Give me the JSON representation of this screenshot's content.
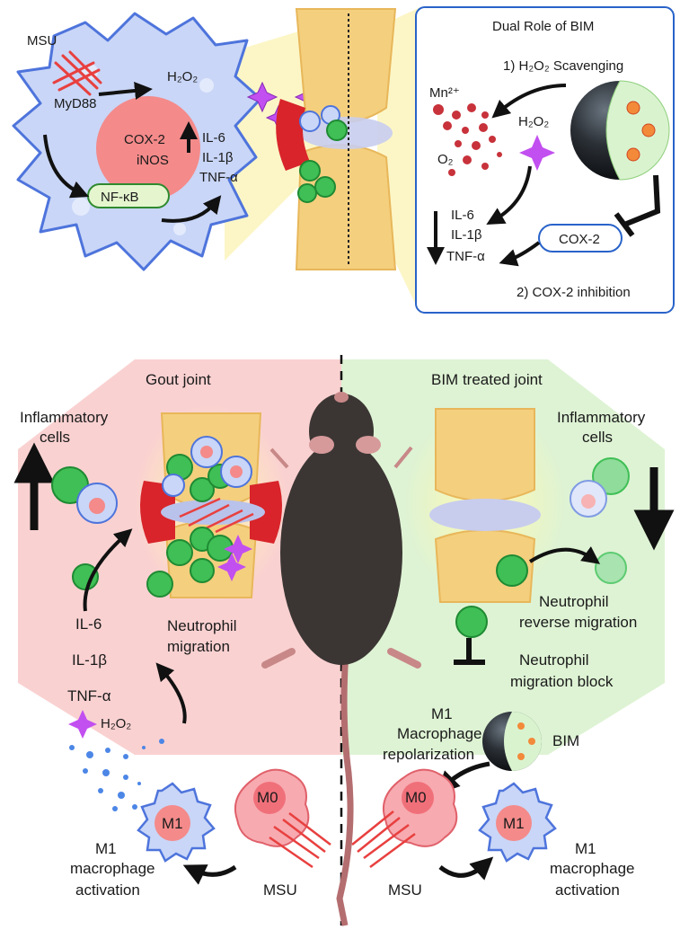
{
  "top": {
    "macrophage": {
      "msu": "MSU",
      "h2o2": "H₂O₂",
      "myd88": "MyD88",
      "cox2": "COX-2",
      "inos": "iNOS",
      "nfkb": "NF-κB",
      "il6": "IL-6",
      "il1b": "IL-1β",
      "tnfa": "TNF-α"
    },
    "dual_role": {
      "title": "Dual Role of BIM",
      "step1": "1) H₂O₂ Scavenging",
      "mn": "Mn²⁺",
      "h2o2": "H₂O₂",
      "o2": "O₂",
      "il6": "IL-6",
      "il1b": "IL-1β",
      "tnfa": "TNF-α",
      "cox2": "COX-2",
      "step2": "2) COX-2 inhibition"
    }
  },
  "bottom": {
    "left": {
      "title": "Gout joint",
      "inflammatory1": "Inflammatory",
      "inflammatory2": "cells",
      "il6": "IL-6",
      "il1b": "IL-1β",
      "tnfa": "TNF-α",
      "neutrophil1": "Neutrophil",
      "neutrophil2": "migration",
      "h2o2": "H₂O₂",
      "m1": "M1",
      "m0": "M0",
      "activation1": "M1",
      "activation2": "macrophage",
      "activation3": "activation",
      "msu": "MSU"
    },
    "right": {
      "title": "BIM treated joint",
      "inflammatory1": "Inflammatory",
      "inflammatory2": "cells",
      "reverse1": "Neutrophil",
      "reverse2": "reverse migration",
      "block1": "Neutrophil",
      "block2": "migration block",
      "repol1": "M1",
      "repol2": "Macrophage",
      "repol3": "repolarization",
      "bim": "BIM",
      "m0": "M0",
      "m1": "M1",
      "activation1": "M1",
      "activation2": "macrophage",
      "activation3": "activation",
      "msu": "MSU"
    }
  },
  "colors": {
    "macrophage_blue": "#c7d3f5",
    "macrophage_edge": "#4a6fd8",
    "nucleus_red": "#f47b7b",
    "neutrophil_green": "#3fbf55",
    "h2o2_purple": "#c54cf2",
    "gout_bg": "#f9c9c9",
    "treated_bg": "#d9f3cf",
    "bone": "#f4d38a"
  }
}
